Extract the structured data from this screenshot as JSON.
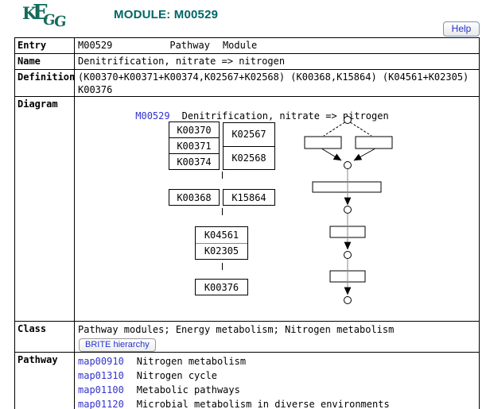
{
  "colors": {
    "accent_teal": "#006666",
    "link_blue": "#3333CC",
    "logo_green": "#156B5B",
    "border": "#000000"
  },
  "header": {
    "logo": {
      "k": "K",
      "e": "E",
      "g1": "G",
      "g2": "G"
    },
    "title": "MODULE: M00529",
    "help_label": "Help"
  },
  "rows": {
    "entry": {
      "label": "Entry",
      "value": "M00529",
      "type_pathway": "Pathway",
      "type_module": "Module"
    },
    "name": {
      "label": "Name",
      "value": "Denitrification, nitrate => nitrogen"
    },
    "definition": {
      "label": "Definition",
      "line1": "(K00370+K00371+K00374,K02567+K02568) (K00368,K15864) (K04561+K02305)",
      "line2": "K00376"
    },
    "diagram": {
      "label": "Diagram",
      "module_id": "M00529",
      "module_name": "Denitrification, nitrate => nitrogen",
      "group1a": [
        "K00370",
        "K00371",
        "K00374"
      ],
      "group1b": [
        "K02567",
        "K02568"
      ],
      "group2": [
        "K00368",
        "K15864"
      ],
      "group3": [
        "K04561",
        "K02305"
      ],
      "group4": [
        "K00376"
      ]
    },
    "class": {
      "label": "Class",
      "value": "Pathway modules; Energy metabolism; Nitrogen metabolism",
      "brite_button": "BRITE hierarchy"
    },
    "pathway": {
      "label": "Pathway",
      "links": [
        {
          "id": "map00910",
          "name": "Nitrogen metabolism"
        },
        {
          "id": "map01310",
          "name": "Nitrogen cycle"
        },
        {
          "id": "map01100",
          "name": "Metabolic pathways"
        },
        {
          "id": "map01120",
          "name": "Microbial metabolism in diverse environments"
        }
      ]
    }
  }
}
